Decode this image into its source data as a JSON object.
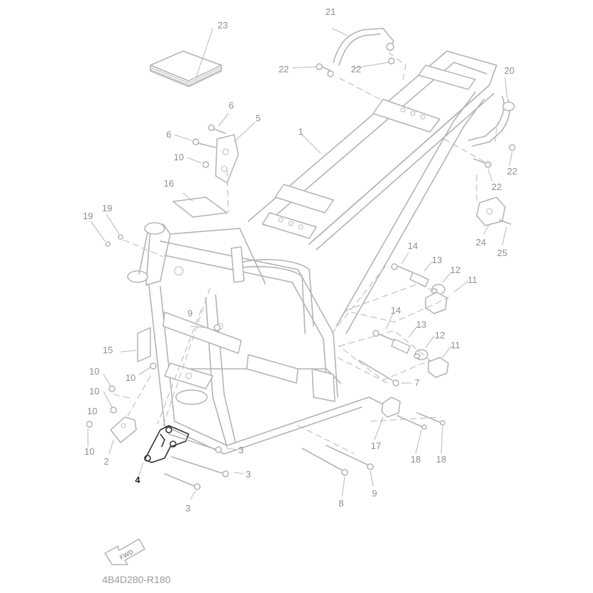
{
  "diagram_code": "4B4D280-R180",
  "fwd_label": "FWD",
  "callouts": {
    "c1": "1",
    "c2": "2",
    "c3a": "3",
    "c3b": "3",
    "c3c": "3",
    "c4": "4",
    "c5": "5",
    "c6a": "6",
    "c6b": "6",
    "c7": "7",
    "c8": "8",
    "c9a": "9",
    "c9b": "9",
    "c10a": "10",
    "c10b": "10",
    "c10c": "10",
    "c10d": "10",
    "c10e": "10",
    "c10f": "10",
    "c11a": "11",
    "c11b": "11",
    "c12a": "12",
    "c12b": "12",
    "c13a": "13",
    "c13b": "13",
    "c14a": "14",
    "c14b": "14",
    "c15": "15",
    "c16": "16",
    "c17": "17",
    "c18a": "18",
    "c18b": "18",
    "c19a": "19",
    "c19b": "19",
    "c20": "20",
    "c21": "21",
    "c22a": "22",
    "c22b": "22",
    "c22c": "22",
    "c22d": "22",
    "c23": "23",
    "c24": "24",
    "c25": "25"
  },
  "highlighted_part": "4"
}
